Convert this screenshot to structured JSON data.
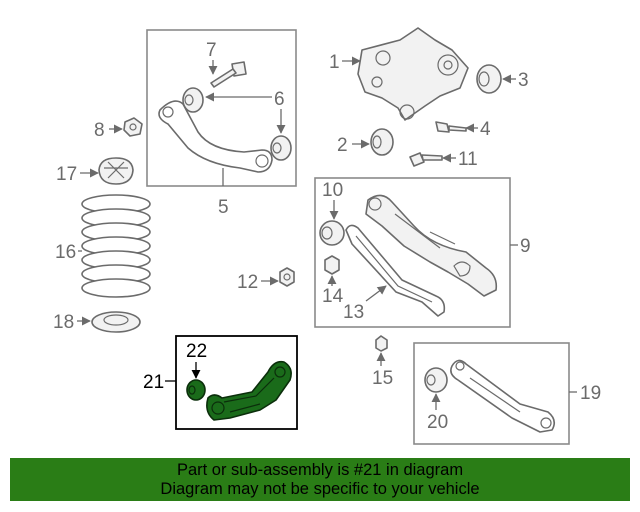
{
  "callouts": {
    "c1": "1",
    "c2": "2",
    "c3": "3",
    "c4": "4",
    "c5": "5",
    "c6": "6",
    "c7": "7",
    "c8": "8",
    "c9": "9",
    "c10": "10",
    "c11": "11",
    "c12": "12",
    "c13": "13",
    "c14": "14",
    "c15": "15",
    "c16": "16",
    "c17": "17",
    "c18": "18",
    "c19": "19",
    "c20": "20",
    "c21": "21",
    "c22": "22"
  },
  "highlight_color": "#2a7d16",
  "banner": {
    "line1": "Part or sub-assembly is #21 in diagram",
    "line2": "Diagram may not be specific to your vehicle"
  }
}
